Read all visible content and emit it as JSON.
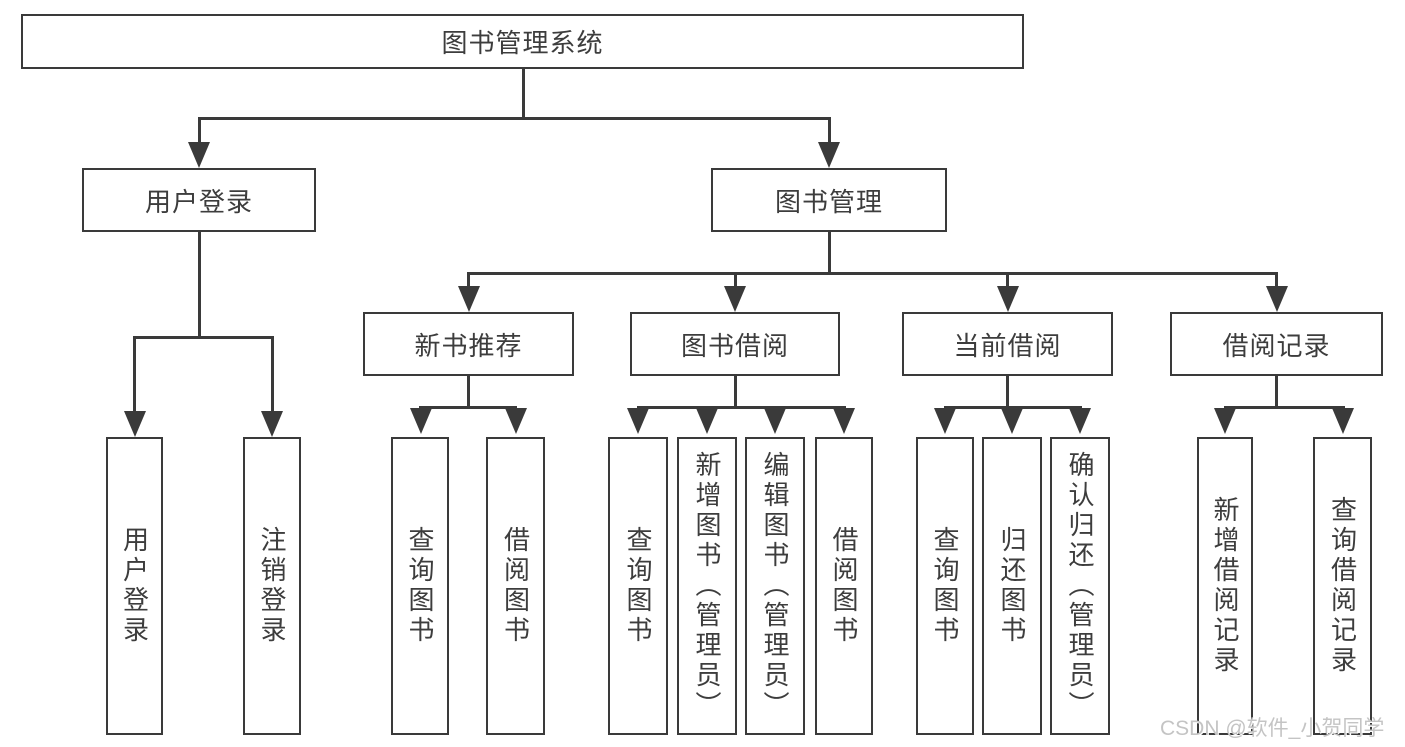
{
  "nodes": {
    "root": "图书管理系统",
    "level2": [
      "用户登录",
      "图书管理"
    ],
    "level3": [
      "新书推荐",
      "图书借阅",
      "当前借阅",
      "借阅记录"
    ],
    "leaves": [
      "用户登录",
      "注销登录",
      "查询图书",
      "借阅图书",
      "查询图书",
      "新增图书（管理员）",
      "编辑图书（管理员）",
      "借阅图书",
      "查询图书",
      "归还图书",
      "确认归还（管理员）",
      "新增借阅记录",
      "查询借阅记录"
    ]
  },
  "colors": {
    "line": "#3a3a3a",
    "text": "#3d3d3d",
    "watermark": "#c4c4c4",
    "background": "#ffffff"
  },
  "watermark": "CSDN @软件_小贺同学"
}
